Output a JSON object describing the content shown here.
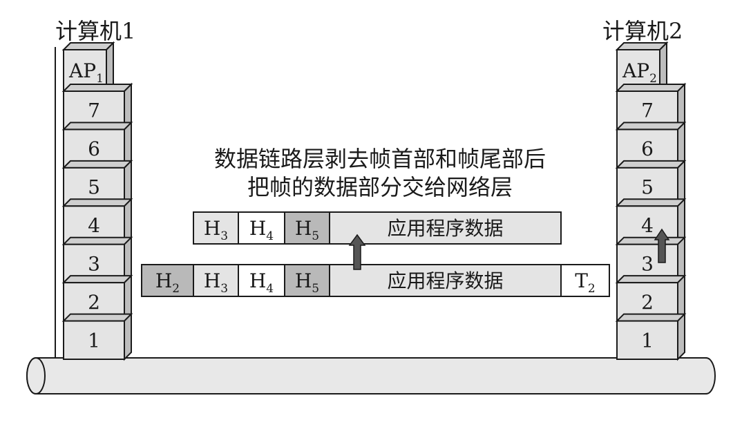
{
  "computers": [
    {
      "name": "计算机1",
      "ap": "AP",
      "ap_sub": "1"
    },
    {
      "name": "计算机2",
      "ap": "AP",
      "ap_sub": "2"
    }
  ],
  "layers": [
    "7",
    "6",
    "5",
    "4",
    "3",
    "2",
    "1"
  ],
  "annotation": [
    "数据链路层剥去帧首部和帧尾部后",
    "把帧的数据部分交给网络层"
  ],
  "frame_upper": [
    {
      "base": "H",
      "sub": "3"
    },
    {
      "base": "H",
      "sub": "4"
    },
    {
      "base": "H",
      "sub": "5"
    },
    {
      "text": "应用程序数据"
    }
  ],
  "frame_lower": [
    {
      "base": "H",
      "sub": "2"
    },
    {
      "base": "H",
      "sub": "3"
    },
    {
      "base": "H",
      "sub": "4"
    },
    {
      "base": "H",
      "sub": "5"
    },
    {
      "text": "应用程序数据"
    },
    {
      "base": "T",
      "sub": "2"
    }
  ],
  "colors": {
    "box": "#e4e4e4",
    "box_dark": "#b9b9b9",
    "header_white": "#ffffff",
    "stroke": "#1a1a1a",
    "arrow": "#555555"
  }
}
